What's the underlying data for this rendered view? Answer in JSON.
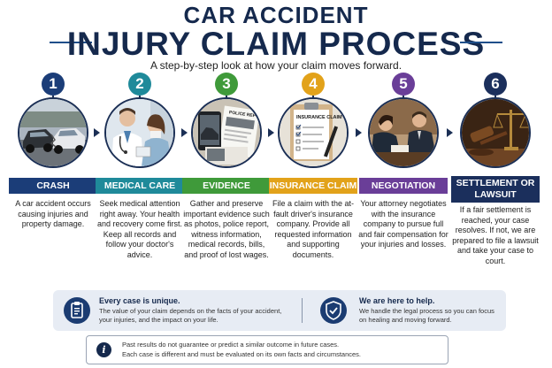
{
  "header": {
    "title_line1": "CAR ACCIDENT",
    "title_line2": "INJURY CLAIM PROCESS",
    "subtitle": "A step-by-step look at how your claim moves forward."
  },
  "steps": [
    {
      "number": "1",
      "label": "CRASH",
      "color": "#1b3d78",
      "image": "car-crash-photo",
      "description": "A car accident occurs causing injuries and property damage."
    },
    {
      "number": "2",
      "label": "MEDICAL CARE",
      "color": "#1f8a9a",
      "image": "doctor-patient-photo",
      "description": "Seek medical attention right away. Your health and recovery come first. Keep all records and follow your doctor's advice."
    },
    {
      "number": "3",
      "label": "EVIDENCE",
      "color": "#3f9a3a",
      "image": "evidence-documents-photo",
      "doc_title": "POLICE REPORT",
      "description": "Gather and preserve important evidence such as photos, police report, witness information, medical records, bills, and proof of lost wages."
    },
    {
      "number": "4",
      "label": "INSURANCE CLAIM",
      "color": "#e2a21a",
      "image": "insurance-clipboard-photo",
      "doc_title": "INSURANCE CLAIM",
      "description": "File a claim with the at-fault driver's insurance company. Provide all requested information and supporting documents."
    },
    {
      "number": "5",
      "label": "NEGOTIATION",
      "color": "#6a3e98",
      "image": "negotiation-handshake-photo",
      "description": "Your attorney negotiates with the insurance company to pursue full and fair compensation for your injuries and losses."
    },
    {
      "number": "6",
      "label": "SETTLEMENT OR LAWSUIT",
      "color": "#1b2f5c",
      "image": "gavel-scales-photo",
      "description": "If a fair settlement is reached, your case resolves. If not, we are prepared to file a lawsuit and take your case to court."
    }
  ],
  "info": {
    "left_icon": "clipboard-icon",
    "left_title": "Every case is unique.",
    "left_text": "The value of your claim depends on the facts of your accident, your injuries, and the impact on your life.",
    "right_icon": "shield-check-icon",
    "right_title": "We are here to help.",
    "right_text": "We handle the legal process so you can focus on healing and moving forward."
  },
  "disclaimer": {
    "icon": "info-icon",
    "line1": "Past results do not guarantee or predict a similar outcome in future cases.",
    "line2": "Each case is different and must be evaluated on its own facts and circumstances."
  }
}
